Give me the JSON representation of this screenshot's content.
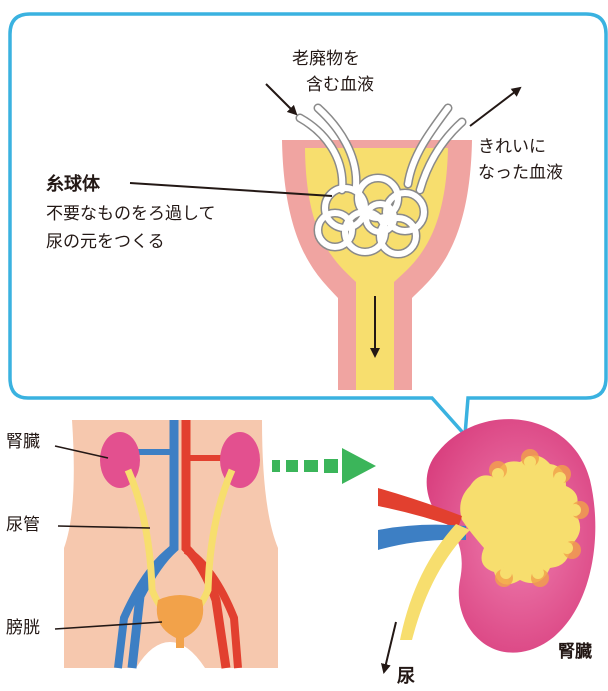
{
  "bubble": {
    "glomerulus": {
      "name": "糸球体",
      "desc_line1": "不要なものをろ過して",
      "desc_line2": "尿の元をつくる"
    },
    "waste_blood": {
      "line1": "老廃物を",
      "line2": "含む血液"
    },
    "clean_blood": {
      "line1": "きれいに",
      "line2": "なった血液"
    }
  },
  "body_labels": {
    "kidney": "腎臓",
    "ureter": "尿管",
    "bladder": "膀胱"
  },
  "kidney_closeup": {
    "kidney": "腎臓",
    "urine": "尿"
  },
  "colors": {
    "bubble_border": "#3ab2e0",
    "kidney_pink": "#e3508f",
    "pelvis_yellow": "#f7de6e",
    "artery_red": "#e2402f",
    "vein_blue": "#3d7fc4",
    "skin": "#f6c8ae",
    "arrow_green": "#3bb55a",
    "bladder_orange": "#f2a24a"
  }
}
